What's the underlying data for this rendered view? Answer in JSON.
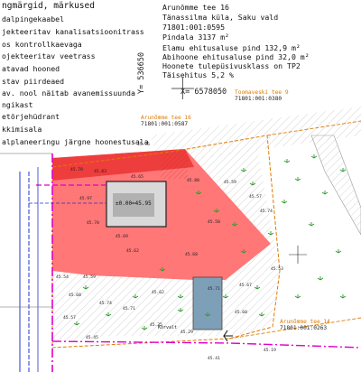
{
  "legend": {
    "items": [
      "ngmärgid, märkused",
      "dalpingekaabel",
      "jekteeritav kanalisatsioonitrass",
      "os kontrollkaevaga",
      "ojekteeritav veetrass",
      "atavad hooned",
      "stav piirdeaed",
      "av. nool näitab avanemissuunda",
      "ngikast",
      "etõrjehüdrant",
      "kkimisala",
      "alplaneeringu järgne hoonestusala"
    ]
  },
  "info": {
    "lines": [
      "Arunõmme tee 16",
      "Tänassilma küla, Saku vald",
      "71801:001:0595",
      "Pindala 3137 m²",
      "Elamu ehitusaluse pind   132,9   m²",
      "Abihoone ehitusaluse pind   32,0   m²",
      "Hoonete tulepüsivusklass on TP2",
      "Täisehitus 5,2 %"
    ]
  },
  "coordinates": {
    "y_label": "Y=  536650",
    "x_label": "X=  6578050"
  },
  "parcels": {
    "toomaveski": [
      "Toomaveski tee 9",
      "71801:001:0380"
    ],
    "arunomme16": [
      "Arunõmme tee 16",
      "71801:001:0587"
    ],
    "arunomme14": [
      "Arunõmme tee 14",
      "71801:001:0263"
    ]
  },
  "building": {
    "pad_label": "±0.00=45.95"
  },
  "road_label": "Kõrvalt",
  "elevations": [
    "45.96",
    "45.83",
    "45.78",
    "45.80",
    "45.59",
    "45.65",
    "45.97",
    "45.57",
    "45.69",
    "45.70",
    "45.74",
    "45.50",
    "45.62",
    "45.59",
    "45.68",
    "45.54",
    "45.67",
    "45.62",
    "45.68",
    "45.71",
    "45.53",
    "45.74",
    "45.57",
    "45.71",
    "45.35",
    "45.29",
    "45.60",
    "45.45",
    "45.41",
    "45.19"
  ],
  "colors": {
    "zone_fill": "#ff6b6b",
    "zone_dark": "#ee3d3d",
    "garage": "#7e9fb8",
    "parcel_line": "#e07a00",
    "magenta": "#e000c8",
    "blue": "#2233cc",
    "tree": "#2c9a2c"
  }
}
